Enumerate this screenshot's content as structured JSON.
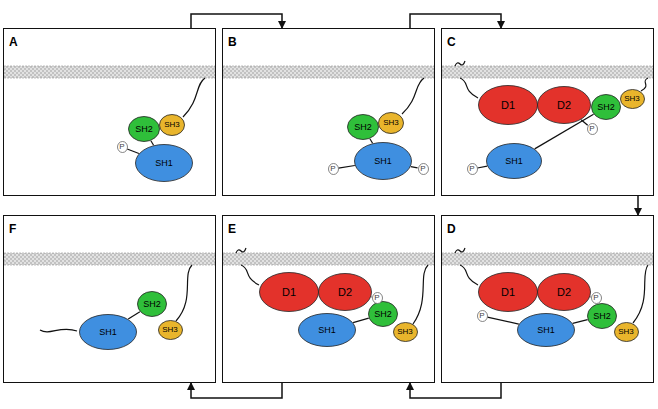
{
  "diagram": {
    "nodes": [
      {
        "text": [
          "A"
        ]
      },
      {
        "text": [
          "SH2"
        ],
        "in": 0
      },
      {
        "text": [
          "SH3"
        ],
        "in": 0
      },
      {
        "text": [
          "SH1"
        ],
        "in": 0
      },
      {
        "text": [
          "P"
        ],
        "in": 0
      },
      {
        "text": [
          "B"
        ]
      },
      {
        "text": [
          "SH2"
        ],
        "in": 5
      },
      {
        "text": [
          "SH3"
        ],
        "in": 5
      },
      {
        "text": [
          "SH1"
        ],
        "in": 5
      },
      {
        "text": [
          "P"
        ],
        "in": 5
      },
      {
        "text": [
          "P"
        ],
        "in": 5
      },
      {
        "text": [
          "C"
        ]
      },
      {
        "text": [
          "D1"
        ],
        "in": 11
      },
      {
        "text": [
          "D2"
        ],
        "in": 11
      },
      {
        "text": [
          "SH2"
        ],
        "in": 11
      },
      {
        "text": [
          "SH3"
        ],
        "in": 11
      },
      {
        "text": [
          "SH1"
        ],
        "in": 11
      },
      {
        "text": [
          "P"
        ],
        "in": 11
      },
      {
        "text": [
          "P"
        ],
        "in": 11
      },
      {
        "text": [
          "D"
        ]
      },
      {
        "text": [
          "D1"
        ],
        "in": 19
      },
      {
        "text": [
          "D2"
        ],
        "in": 19
      },
      {
        "text": [
          "SH2"
        ],
        "in": 19
      },
      {
        "text": [
          "SH3"
        ],
        "in": 19
      },
      {
        "text": [
          "SH1"
        ],
        "in": 19
      },
      {
        "text": [
          "P"
        ],
        "in": 19
      },
      {
        "text": [
          "P"
        ],
        "in": 19
      },
      {
        "text": [
          "E"
        ]
      },
      {
        "text": [
          "D1"
        ],
        "in": 27
      },
      {
        "text": [
          "D2"
        ],
        "in": 27
      },
      {
        "text": [
          "SH2"
        ],
        "in": 27
      },
      {
        "text": [
          "SH3"
        ],
        "in": 27
      },
      {
        "text": [
          "SH1"
        ],
        "in": 27
      },
      {
        "text": [
          "P"
        ],
        "in": 27
      },
      {
        "text": [
          "F"
        ]
      },
      {
        "text": [
          "SH2"
        ],
        "in": 34
      },
      {
        "text": [
          "SH3"
        ],
        "in": 34
      },
      {
        "text": [
          "SH1"
        ],
        "in": 34
      }
    ],
    "edges": [
      {
        "from": 0,
        "to": 5,
        "arrow": "to"
      },
      {
        "from": 5,
        "to": 11,
        "arrow": "to"
      },
      {
        "from": 11,
        "to": 19,
        "arrow": "to"
      },
      {
        "from": 19,
        "to": 27,
        "arrow": "to"
      },
      {
        "from": 27,
        "to": 34,
        "arrow": "to"
      },
      {
        "from": 1,
        "to": 3,
        "arrow": "none"
      },
      {
        "from": 3,
        "to": 4,
        "arrow": "none"
      },
      {
        "from": 6,
        "to": 8,
        "arrow": "none"
      },
      {
        "from": 8,
        "to": 10,
        "arrow": "none"
      },
      {
        "from": 8,
        "to": 9,
        "arrow": "none"
      },
      {
        "from": 14,
        "to": 16,
        "arrow": "none"
      },
      {
        "from": 16,
        "to": 18,
        "arrow": "none"
      },
      {
        "from": 13,
        "to": 17,
        "arrow": "none"
      },
      {
        "from": 22,
        "to": 24,
        "arrow": "none"
      },
      {
        "from": 24,
        "to": 26,
        "arrow": "none"
      },
      {
        "from": 21,
        "to": 25,
        "arrow": "none"
      },
      {
        "from": 30,
        "to": 32,
        "arrow": "none"
      },
      {
        "from": 29,
        "to": 33,
        "arrow": "none"
      },
      {
        "from": 35,
        "to": 37,
        "arrow": "none"
      }
    ]
  }
}
